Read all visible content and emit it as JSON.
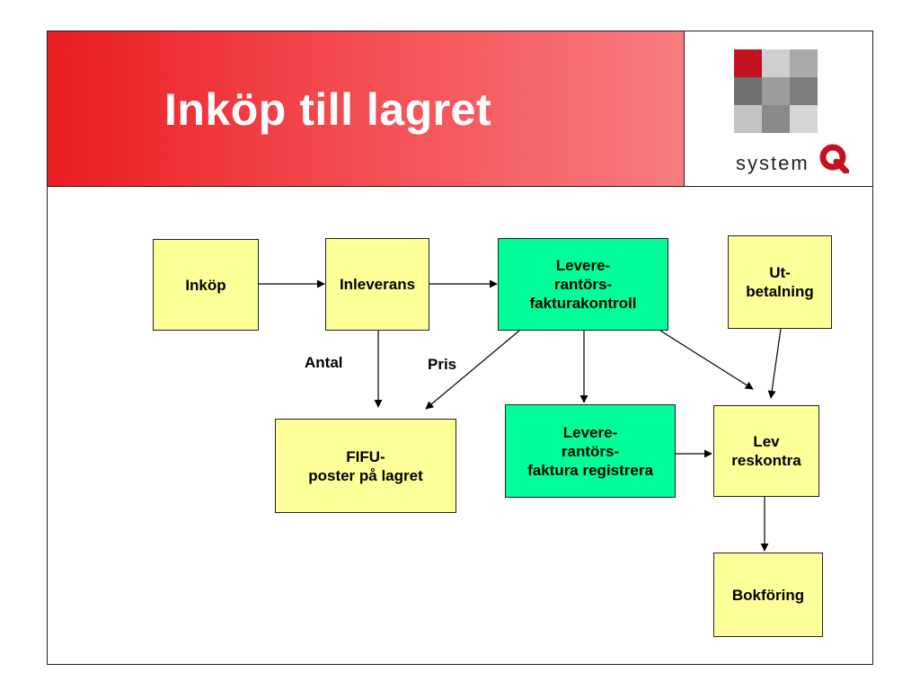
{
  "slide": {
    "title": "Inköp till lagret"
  },
  "logo": {
    "text": "system",
    "letter": "Q",
    "accent_color": "#c1131f"
  },
  "colors": {
    "title_band": "#e91d22",
    "node_yellow": "#ffff99",
    "node_green": "#00ff99"
  },
  "nodes": {
    "inkop": "Inköp",
    "inleverans": "Inleverans",
    "kontroll": "Levere-\nrantörs-\nfakturakontroll",
    "utbetalning": "Ut-\nbetalning",
    "fifu": "FIFU-\nposter på lagret",
    "registrera": "Levere-\nrantörs-\nfaktura registrera",
    "reskontra": "Lev\nreskontra",
    "bokforing": "Bokföring"
  },
  "edge_labels": {
    "antal": "Antal",
    "pris": "Pris"
  }
}
